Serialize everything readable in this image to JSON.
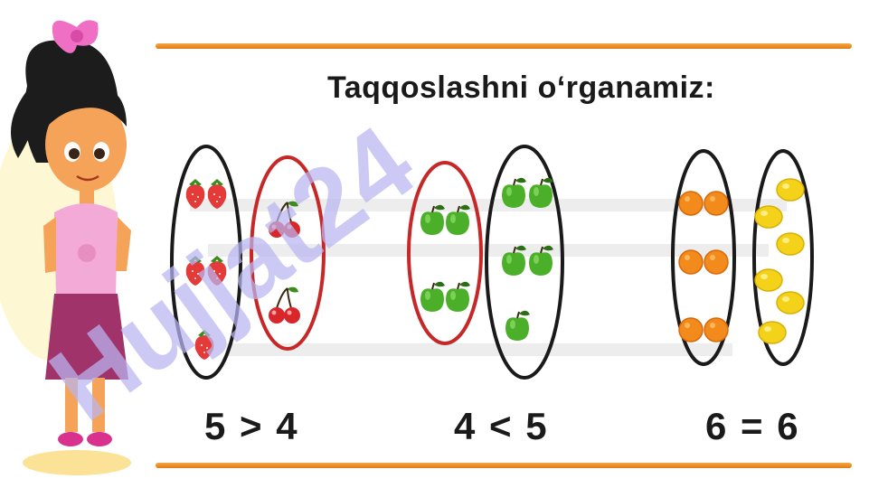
{
  "header": {
    "title": "Taqqoslashni o‘rganamiz:"
  },
  "comparisons": [
    {
      "left": "5",
      "sign": ">",
      "right": "4"
    },
    {
      "left": "4",
      "sign": "<",
      "right": "5"
    },
    {
      "left": "6",
      "sign": "=",
      "right": "6"
    }
  ],
  "watermark": {
    "text": "Hujjat24"
  },
  "colors": {
    "rule": "#e8901f",
    "strawberry": "#e43a3a",
    "cherry": "#d8262b",
    "apple": "#4caf2a",
    "orange": "#f28a1c",
    "lemon": "#f5d21a",
    "oval_black": "#1a1a1a",
    "oval_red": "#c62828",
    "watermark": "#b9b6f2"
  },
  "icons": [
    "strawberry-icon",
    "cherry-icon",
    "apple-icon",
    "orange-icon",
    "lemon-icon"
  ]
}
